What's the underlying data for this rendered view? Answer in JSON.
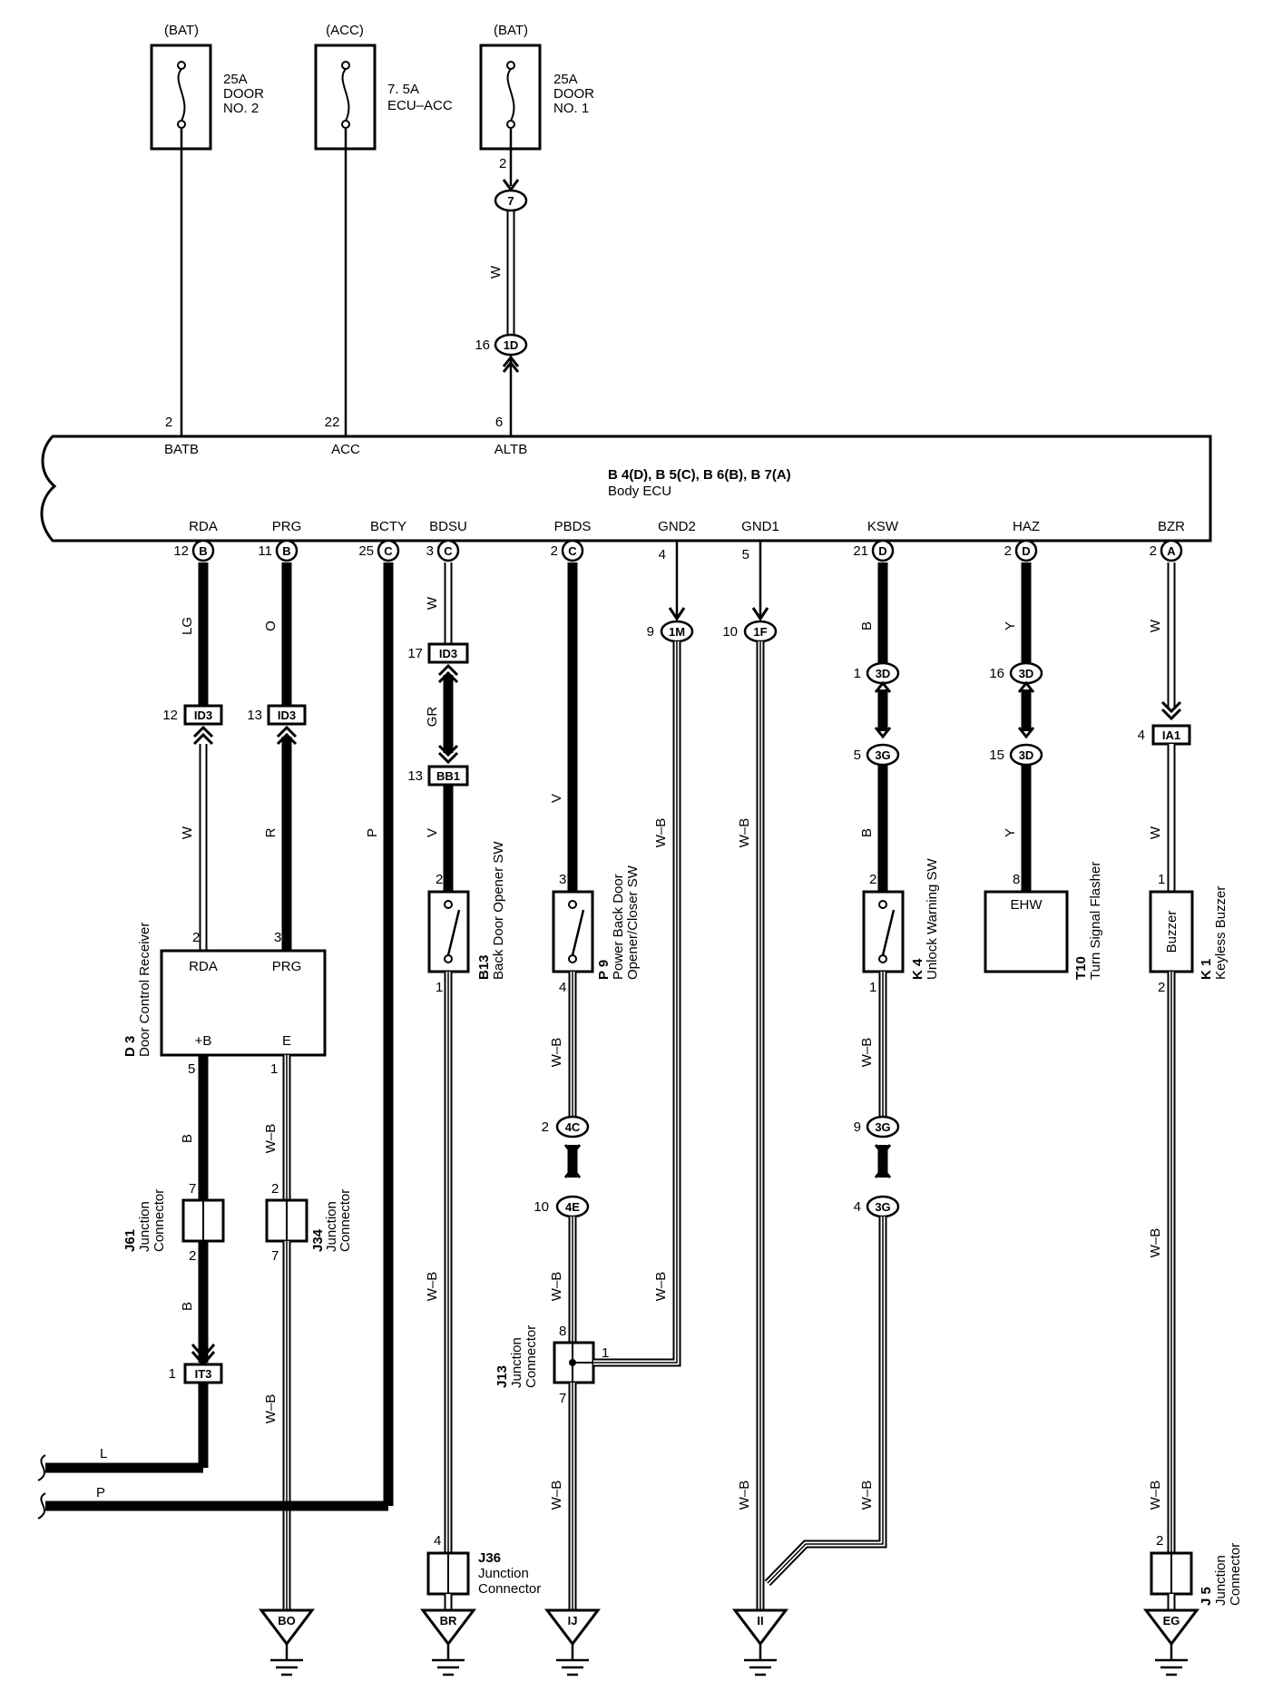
{
  "fuses": [
    {
      "source": "(BAT)",
      "rating": "25A",
      "line2": "DOOR",
      "line3": "NO. 2",
      "pin": ""
    },
    {
      "source": "(ACC)",
      "rating": "7. 5A",
      "line2": "ECU–ACC",
      "line3": "",
      "pin": ""
    },
    {
      "source": "(BAT)",
      "rating": "25A",
      "line2": "DOOR",
      "line3": "NO. 1",
      "pin": "2"
    }
  ],
  "ecu": {
    "codes": "B 4(D), B 5(C), B 6(B), B 7(A)",
    "name": "Body ECU",
    "top_pins": [
      {
        "num": "2",
        "name": "BATB"
      },
      {
        "num": "22",
        "name": "ACC"
      },
      {
        "num": "6",
        "name": "ALTB"
      }
    ],
    "bottom_pins": [
      {
        "name": "RDA",
        "num": "12",
        "conn": "B"
      },
      {
        "name": "PRG",
        "num": "11",
        "conn": "B"
      },
      {
        "name": "BCTY",
        "num": "25",
        "conn": "C"
      },
      {
        "name": "BDSU",
        "num": "3",
        "conn": "C"
      },
      {
        "name": "PBDS",
        "num": "2",
        "conn": "C"
      },
      {
        "name": "GND2",
        "num": "4",
        "conn": ""
      },
      {
        "name": "GND1",
        "num": "5",
        "conn": ""
      },
      {
        "name": "KSW",
        "num": "21",
        "conn": "D"
      },
      {
        "name": "HAZ",
        "num": "2",
        "conn": "D"
      },
      {
        "name": "BZR",
        "num": "2",
        "conn": "A"
      }
    ]
  },
  "top_connectors": [
    {
      "id": "7",
      "pin": "",
      "color": "W"
    },
    {
      "id": "1D",
      "pin": "16",
      "color": ""
    }
  ],
  "wire_colors": {
    "rda_top": "LG",
    "rda_mid": "W",
    "rda_low": "B",
    "rda_low2": "B",
    "prg_top": "O",
    "prg_mid": "R",
    "prg_low": "W–B",
    "prg_low2": "W–B",
    "bcty": "P",
    "bdsu_top": "W",
    "bdsu_mid": "GR",
    "bdsu_low": "V",
    "bdsu_bottom": "W–B",
    "pbds_top": "V",
    "pbds_mid": "W–B",
    "pbds_low": "W–B",
    "pbds_bottom": "W–B",
    "gnd2_top": "W–B",
    "gnd2_bottom": "W–B",
    "gnd1_top": "W–B",
    "gnd1_bottom": "W–B",
    "ksw_top": "B",
    "ksw_mid": "B",
    "ksw_low": "W–B",
    "ksw_bottom": "W–B",
    "haz_top": "Y",
    "haz_mid": "Y",
    "bzr_top": "W",
    "bzr_mid": "W",
    "bzr_low": "W–B",
    "bzr_bottom": "W–B",
    "bus_l": "L",
    "bus_p": "P"
  },
  "connectors": {
    "rda_id3": {
      "pin": "12",
      "id": "ID3"
    },
    "prg_id3": {
      "pin": "13",
      "id": "ID3"
    },
    "bdsu_id3": {
      "pin": "17",
      "id": "ID3"
    },
    "bdsu_bb1": {
      "pin": "13",
      "id": "BB1"
    },
    "gnd2_1m": {
      "pin": "9",
      "id": "1M"
    },
    "gnd1_1f": {
      "pin": "10",
      "id": "1F"
    },
    "ksw_3d": {
      "pin": "1",
      "id": "3D"
    },
    "ksw_3g": {
      "pin": "5",
      "id": "3G"
    },
    "haz_3d_a": {
      "pin": "16",
      "id": "3D"
    },
    "haz_3d_b": {
      "pin": "15",
      "id": "3D"
    },
    "bzr_ia1": {
      "pin": "4",
      "id": "IA1"
    },
    "pbds_4c": {
      "pin": "2",
      "id": "4C"
    },
    "pbds_4e": {
      "pin": "10",
      "id": "4E"
    },
    "ksw_3g_b": {
      "pin": "9",
      "id": "3G"
    },
    "ksw_3g_c": {
      "pin": "4",
      "id": "3G"
    },
    "rda_it3": {
      "pin": "1",
      "id": "IT3"
    }
  },
  "components": {
    "d3": {
      "code": "D 3",
      "name": "Door Control Receiver",
      "pin_rda": "RDA",
      "pin_prg": "PRG",
      "pin_b": "+B",
      "pin_e": "E",
      "n_rda": "2",
      "n_prg": "3",
      "n_b": "5",
      "n_e": "1"
    },
    "b13": {
      "code": "B13",
      "name": "Back Door Opener SW",
      "pin_top": "2",
      "pin_bot": "1"
    },
    "p9": {
      "code": "P 9",
      "name1": "Power Back Door",
      "name2": "Opener/Closer SW",
      "pin_top": "3",
      "pin_bot": "4"
    },
    "k4": {
      "code": "K 4",
      "name": "Unlock Warning SW",
      "pin_top": "2",
      "pin_bot": "1"
    },
    "t10": {
      "code": "T10",
      "name": "Turn Signal Flasher",
      "inner": "EHW",
      "pin": "8"
    },
    "k1": {
      "code": "K 1",
      "name": "Keyless Buzzer",
      "inner": "Buzzer",
      "pin_top": "1",
      "pin_bot": "2"
    },
    "j61": {
      "code": "J61",
      "name1": "Junction",
      "name2": "Connector",
      "pin_top": "7",
      "pin_bot": "2"
    },
    "j34": {
      "code": "J34",
      "name1": "Junction",
      "name2": "Connector",
      "pin_top": "2",
      "pin_bot": "7"
    },
    "j13": {
      "code": "J13",
      "name1": "Junction",
      "name2": "Connector",
      "pin_top": "8",
      "pin_bot": "7",
      "pin_side": "1"
    },
    "j36": {
      "code": "J36",
      "name1": "Junction",
      "name2": "Connector",
      "pin": "4"
    },
    "j5": {
      "code": "J 5",
      "name1": "Junction",
      "name2": "Connector",
      "pin": "2"
    }
  },
  "grounds": [
    "BO",
    "BR",
    "IJ",
    "II",
    "EG"
  ]
}
